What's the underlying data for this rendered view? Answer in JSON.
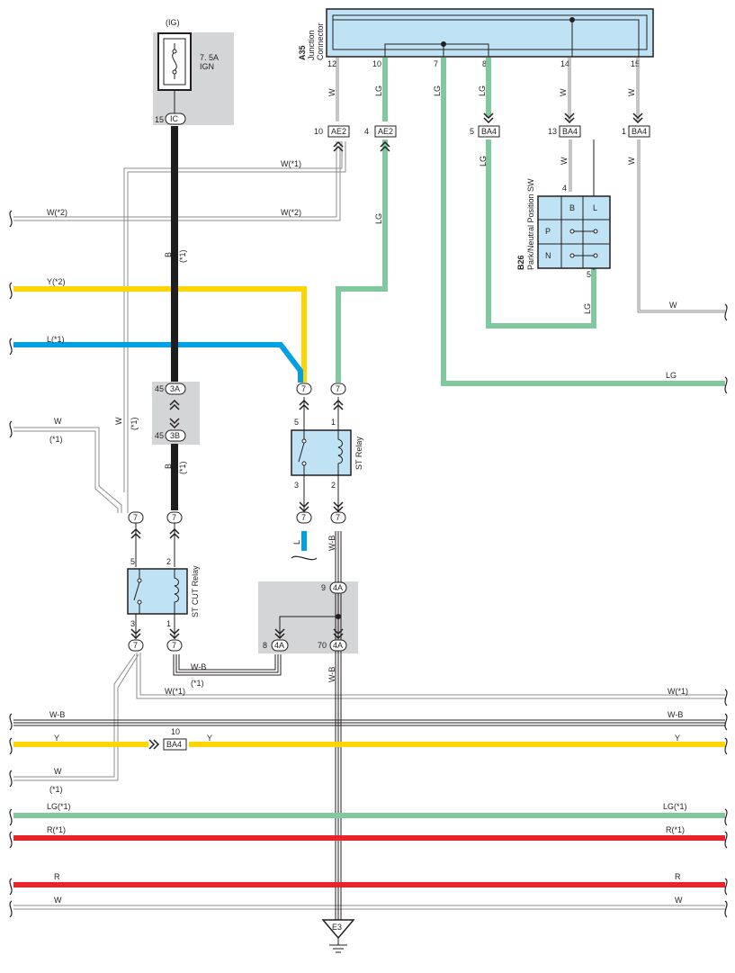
{
  "colors": {
    "white_wire": "#8c8c8c",
    "black_wire": "#1e1e1e",
    "yellow_wire": "#ffd500",
    "blue_wire": "#00a0e4",
    "green_wire": "#80c99e",
    "red_wire": "#e8232a",
    "component_fill": "#bfe3f5",
    "shade": "#d4d5d6"
  },
  "fuse": {
    "source": "(IG)",
    "rating": "7. 5A",
    "name": "IGN",
    "pin": "15",
    "connector": "IC"
  },
  "junction": {
    "code": "A35",
    "name_line1": "Junction",
    "name_line2": "Connector",
    "pins": [
      "12",
      "10",
      "7",
      "8",
      "14",
      "15"
    ]
  },
  "connectors": {
    "ae2_a": {
      "pin": "10",
      "code": "AE2"
    },
    "ae2_b": {
      "pin": "4",
      "code": "AE2"
    },
    "ba4_a": {
      "pin": "5",
      "code": "BA4"
    },
    "ba4_b": {
      "pin": "13",
      "code": "BA4"
    },
    "ba4_c": {
      "pin": "1",
      "code": "BA4"
    },
    "ba4_bottom": {
      "pin": "10",
      "code": "BA4"
    },
    "c3a": {
      "pin": "45",
      "code": "3A"
    },
    "c3b": {
      "pin": "45",
      "code": "3B"
    },
    "c4a_top": {
      "pin": "9",
      "code": "4A"
    },
    "c4a_left": {
      "pin": "8",
      "code": "4A"
    },
    "c4a_right": {
      "pin": "70",
      "code": "4A"
    },
    "relay_pin_code": "7"
  },
  "switch": {
    "code": "B26",
    "name": "Park/Neutral Position SW",
    "pin_top": "4",
    "pin_bottom": "5",
    "rows": [
      "B",
      "P",
      "N"
    ],
    "col2": "L"
  },
  "st_relay": {
    "name": "ST Relay",
    "pins": [
      "5",
      "1",
      "3",
      "2"
    ]
  },
  "st_cut_relay": {
    "name": "ST CUT Relay",
    "pins": [
      "5",
      "2",
      "3",
      "1"
    ]
  },
  "ground": {
    "code": "E3"
  },
  "wire_labels": {
    "w": "W",
    "w1": "W(*1)",
    "w2": "W(*2)",
    "y": "Y",
    "y2": "Y(*2)",
    "l": "L",
    "l1": "L(*1)",
    "lg": "LG",
    "lg1": "LG(*1)",
    "b": "B",
    "r": "R",
    "r1": "R(*1)",
    "wb": "W-B",
    "star1": "(*1)"
  }
}
